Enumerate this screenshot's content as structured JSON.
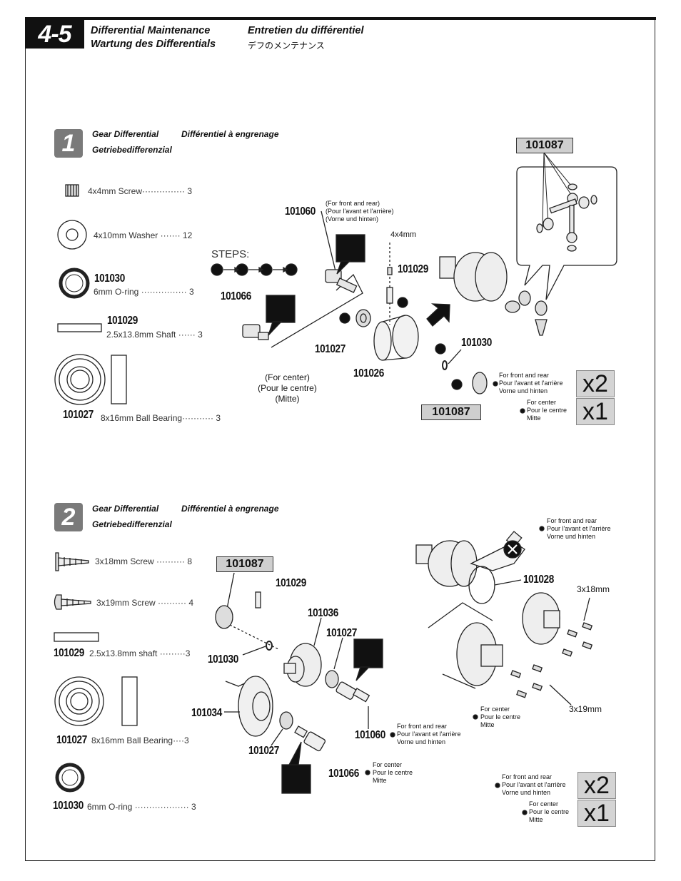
{
  "header": {
    "section_number": "4-5",
    "title_en": "Differential Maintenance",
    "title_fr": "Entretien du différentiel",
    "title_de": "Wartung des Differentials",
    "title_jp": "デフのメンテナンス"
  },
  "step1": {
    "number": "1",
    "title_en": "Gear Differential",
    "title_fr": "Différentiel à engrenage",
    "title_de": "Getriebedifferenzial",
    "parts": [
      {
        "id": "",
        "label": "4x4mm  Screw",
        "dots": "···············",
        "qty": "3"
      },
      {
        "id": "",
        "label": "4x10mm Washer",
        "dots": "·······",
        "qty": "12"
      },
      {
        "id": "101030",
        "label": "6mm O-ring",
        "dots": "················",
        "qty": "3"
      },
      {
        "id": "101029",
        "label": "2.5x13.8mm Shaft",
        "dots": "······",
        "qty": "3"
      },
      {
        "id": "101027",
        "label": "8x16mm Ball Bearing",
        "dots": "···········",
        "qty": "3"
      }
    ],
    "steps_label": "STEPS:",
    "steps_sequence": [
      "1",
      "2",
      "3",
      "4"
    ],
    "callouts": {
      "p101060": "101060",
      "p101060_note": [
        "(For front and rear)",
        "(Pour l'avant et l'arrière)",
        "(Vorne und hinten)"
      ],
      "screw_4x4": "4x4mm",
      "p101029": "101029",
      "p101066": "101066",
      "p101027": "101027",
      "p101026": "101026",
      "p101030": "101030",
      "p101087_bottom": "101087",
      "p101087_top": "101087",
      "p101029_detail": "101029",
      "center_note": [
        "(For center)",
        "(Pour le centre)",
        "(Mitte)"
      ]
    },
    "qty_notes": [
      {
        "lines": [
          "For front and rear",
          "Pour l'avant et l'arrière",
          "Vorne und hinten"
        ],
        "mult": "x2"
      },
      {
        "lines": [
          "For center",
          "Pour le centre",
          "Mitte"
        ],
        "mult": "x1"
      }
    ]
  },
  "step2": {
    "number": "2",
    "title_en": "Gear Differential",
    "title_fr": "Différentiel à engrenage",
    "title_de": "Getriebedifferenzial",
    "parts": [
      {
        "id": "",
        "label": "3x18mm  Screw",
        "dots": "··········",
        "qty": "8"
      },
      {
        "id": "",
        "label": "3x19mm  Screw",
        "dots": "··········",
        "qty": "4"
      },
      {
        "id": "101029",
        "label": "2.5x13.8mm  shaft",
        "dots": "·········",
        "qty": "3"
      },
      {
        "id": "101027",
        "label": "8x16mm  Ball  Bearing",
        "dots": "····",
        "qty": "3"
      },
      {
        "id": "101030",
        "label": "6mm  O-ring",
        "dots": "···················",
        "qty": "3"
      }
    ],
    "callouts": {
      "p101087": "101087",
      "p101029": "101029",
      "p101036": "101036",
      "p101027a": "101027",
      "p101030": "101030",
      "p101034": "101034",
      "p101027b": "101027",
      "p101060": "101060",
      "p101066": "101066",
      "p101028": "101028",
      "screw_3x18": "3x18mm",
      "screw_3x19": "3x19mm"
    },
    "notes": {
      "top_right": [
        "For front and rear",
        "Pour l'avant et l'arrière",
        "Vorne und hinten"
      ],
      "center_mid": [
        "For center",
        "Pour le centre",
        "Mitte"
      ],
      "p101060_note": [
        "For front and rear",
        "Pour l'avant et l'arrière",
        "Vorne und hinten"
      ],
      "p101066_note": [
        "For center",
        "Pour le centre",
        "Mitte"
      ]
    },
    "qty_notes": [
      {
        "lines": [
          "For front and rear",
          "Pour l'avant et l'arrière",
          "Vorne und hinten"
        ],
        "mult": "x2"
      },
      {
        "lines": [
          "For center",
          "Pour le centre",
          "Mitte"
        ],
        "mult": "x1"
      }
    ]
  }
}
